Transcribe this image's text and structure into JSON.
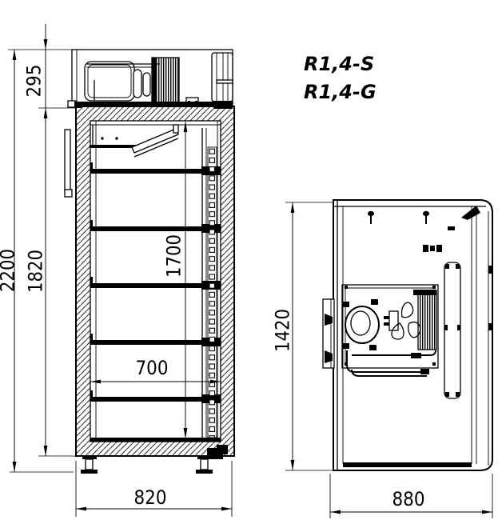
{
  "model_labels": {
    "line1": "R1,4-S",
    "line2": "R1,4-G"
  },
  "front_view": {
    "dim_overall_height_mm": "2200",
    "dim_condensing_unit_height_mm": "295",
    "dim_body_height_mm": "1820",
    "dim_interior_height_mm": "1700",
    "dim_interior_width_mm": "700",
    "dim_overall_width_mm": "820",
    "shelf_count": 5
  },
  "side_view": {
    "dim_body_height_mm": "1420",
    "dim_overall_depth_mm": "880"
  },
  "colors": {
    "ink": "#000000",
    "paper": "#ffffff"
  }
}
